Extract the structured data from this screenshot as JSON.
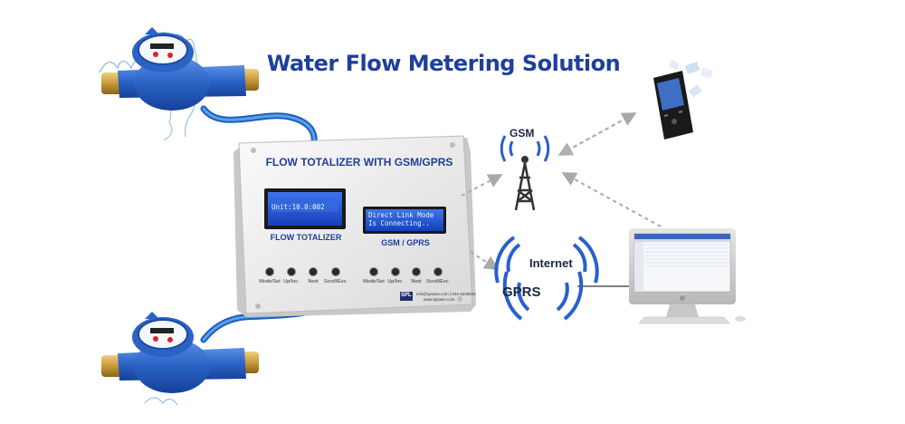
{
  "title": "Water Flow Metering Solution",
  "device": {
    "title": "FLOW TOTALIZER WITH GSM/GPRS",
    "lcd1": {
      "line1": "Unit:10.0:002",
      "caption": "FLOW TOTALIZER"
    },
    "lcd2": {
      "line1": "Direct Link Mode",
      "line2": "Is Connecting..",
      "caption": "GSM / GPRS"
    },
    "buttons": [
      "Mode/Set",
      "Up/Inc.",
      "Next",
      "Scroll/Exc.",
      "Mode/Set",
      "Up/Inc.",
      "Next",
      "Scroll/Exc."
    ],
    "logo": "SPL",
    "contact_line1": "info@spswm.com | 044-4220044",
    "contact_line2": "www.spswm.com"
  },
  "network": {
    "gsm_label": "GSM",
    "internet_label": "Internet",
    "gprs_label": "GPRS"
  },
  "colors": {
    "title": "#1f3f9c",
    "lcd": "#1a4fd6",
    "wave": "#2a5fd0",
    "arrow": "#a9a9a9",
    "pipe": "#2f7ad8",
    "meter_body": "#2a63c4",
    "brass": "#c99a3a"
  }
}
